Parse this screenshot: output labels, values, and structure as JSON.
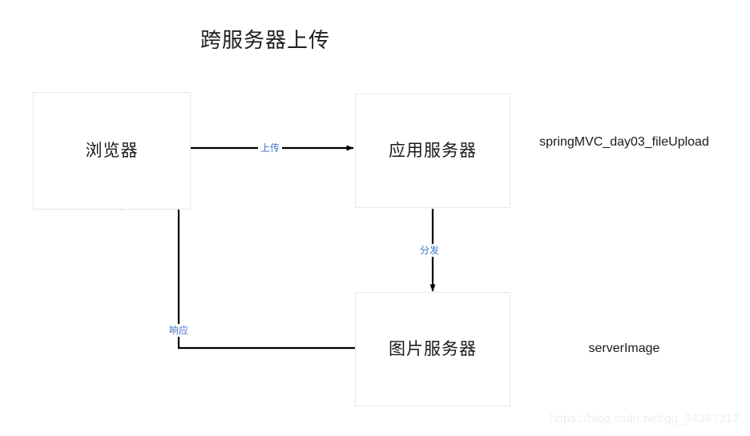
{
  "diagram": {
    "title": "跨服务器上传",
    "nodes": [
      {
        "id": "browser",
        "label": "浏览器"
      },
      {
        "id": "appserver",
        "label": "应用服务器"
      },
      {
        "id": "imgserver",
        "label": "图片服务器"
      }
    ],
    "edges": [
      {
        "id": "upload",
        "label": "上传",
        "from": "browser",
        "to": "appserver"
      },
      {
        "id": "dispatch",
        "label": "分发",
        "from": "appserver",
        "to": "imgserver"
      },
      {
        "id": "response",
        "label": "响应",
        "from": "imgserver",
        "to": "browser"
      }
    ],
    "annotations": [
      {
        "id": "app-module",
        "text": "springMVC_day03_fileUpload"
      },
      {
        "id": "img-module",
        "text": "serverImage"
      }
    ],
    "watermark": "https://blog.csdn.net/qq_34387317",
    "colors": {
      "edge_label": "#4472C4",
      "node_border": "#E7E7F2",
      "arrow": "#000000",
      "text": "#1A1A1A",
      "watermark": "#EFEFEF",
      "background": "#FFFFFF"
    }
  }
}
